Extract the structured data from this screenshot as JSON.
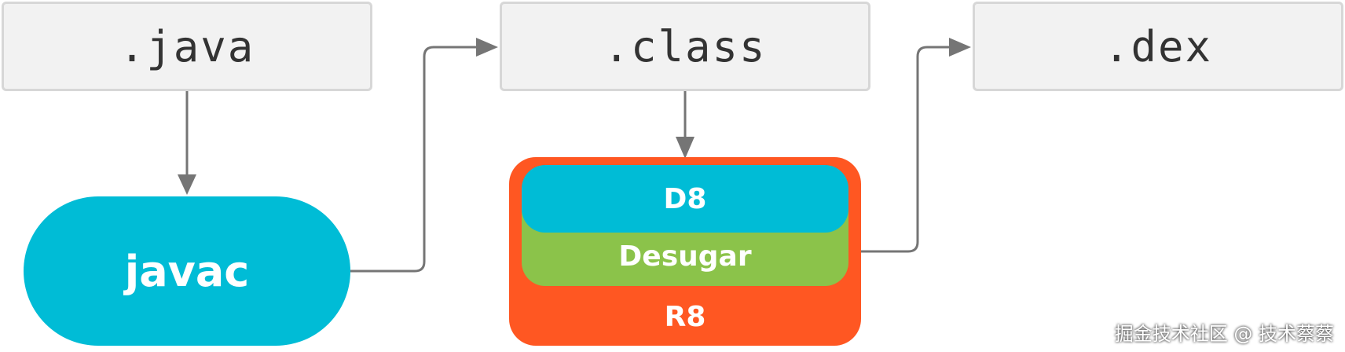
{
  "nodes": {
    "java": ".java",
    "class": ".class",
    "dex": ".dex",
    "javac": "javac",
    "d8": "D8",
    "desugar": "Desugar",
    "r8": "R8"
  },
  "watermark": "掘金技术社区 @ 技术蔡蔡",
  "colors": {
    "file_box_fill": "#f2f2f2",
    "file_box_border": "#d7d7d7",
    "javac": "#00bcd6",
    "d8": "#00bcd6",
    "desugar": "#8bc34a",
    "r8": "#ff5722",
    "connector": "#757575"
  }
}
